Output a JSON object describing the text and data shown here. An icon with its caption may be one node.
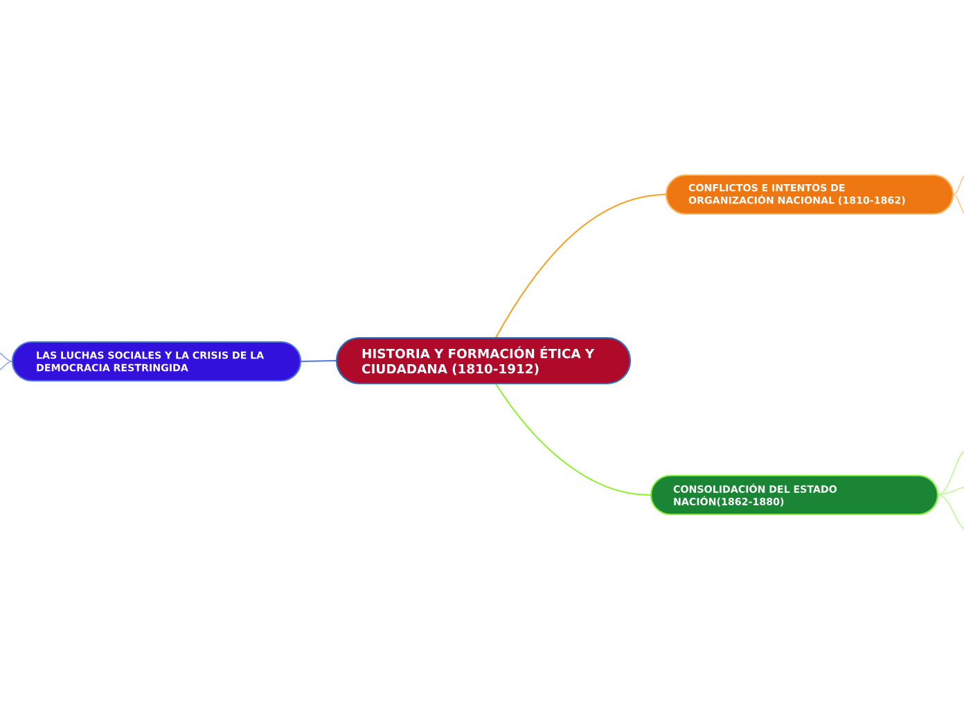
{
  "diagram": {
    "nodes": [
      {
        "text": [
          "HISTORIA Y FORMACIÓN ÉTICA Y CIUDADANA (1810-1912)"
        ]
      },
      {
        "text": [
          "CONFLICTOS E INTENTOS DE ORGANIZACIÓN NACIONAL (1810-1862)"
        ]
      },
      {
        "text": [
          "CONSOLIDACIÓN DEL ESTADO NACIÓN(1862-1880)"
        ]
      },
      {
        "text": [
          "LAS LUCHAS SOCIALES Y LA CRISIS DE LA DEMOCRACIA RESTRINGIDA"
        ]
      }
    ],
    "edges": [
      {
        "from": 0,
        "to": 1,
        "arrow": "none",
        "color": "#f9a124"
      },
      {
        "from": 0,
        "to": 2,
        "arrow": "none",
        "color": "#8cf02a"
      },
      {
        "from": 0,
        "to": 3,
        "arrow": "none",
        "color": "#4c76dd"
      },
      {
        "from": 1,
        "to": null,
        "arrow": "none",
        "color": "#fbc78e"
      },
      {
        "from": 1,
        "to": null,
        "arrow": "none",
        "color": "#fbc78e"
      },
      {
        "from": 2,
        "to": null,
        "arrow": "none",
        "color": "#c0f59a"
      },
      {
        "from": 2,
        "to": null,
        "arrow": "none",
        "color": "#c0f59a"
      },
      {
        "from": 2,
        "to": null,
        "arrow": "none",
        "color": "#c0f59a"
      },
      {
        "from": 3,
        "to": null,
        "arrow": "none",
        "color": "#8aa3f0"
      },
      {
        "from": 3,
        "to": null,
        "arrow": "none",
        "color": "#8aa3f0"
      }
    ]
  }
}
